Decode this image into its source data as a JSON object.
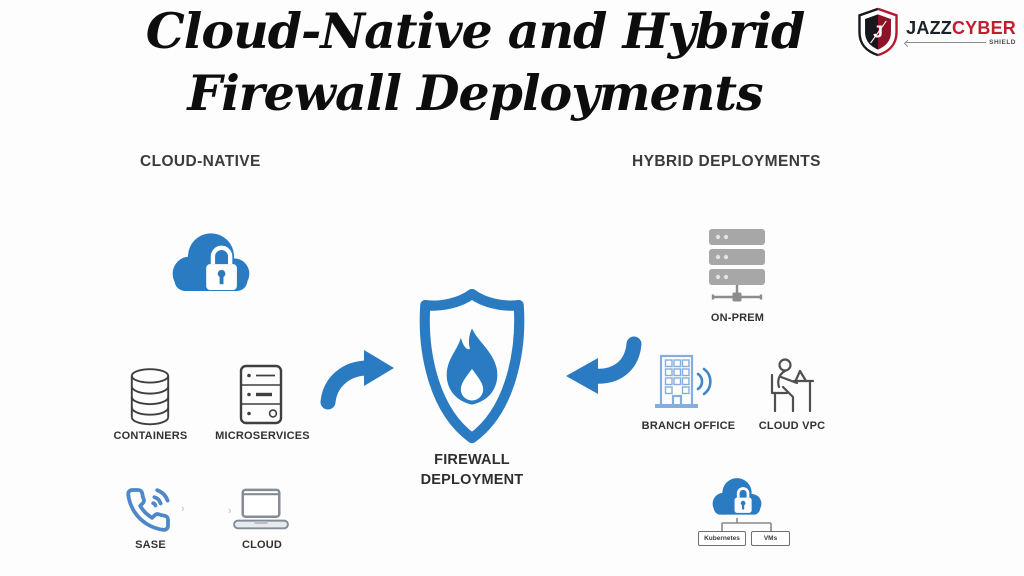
{
  "header": {
    "title_line1": "Cloud-Native and Hybrid",
    "title_line2": "Firewall Deployments"
  },
  "logo": {
    "monogram": "J",
    "word_primary": "JAZZ",
    "word_secondary": "CYBER",
    "tagline": "SHIELD"
  },
  "diagram": {
    "left": {
      "heading": "CLOUD-NATIVE",
      "cloud_icon": "cloud-lock-icon",
      "items": [
        {
          "label": "CONTAINERS",
          "icon": "database-stack-icon"
        },
        {
          "label": "MICROSERVICES",
          "icon": "server-tower-icon"
        },
        {
          "label": "SASE",
          "icon": "phone-signal-icon"
        },
        {
          "label": "CLOUD",
          "icon": "laptop-icon"
        }
      ]
    },
    "center": {
      "icon": "shield-flame-icon",
      "label_line1": "FIREWALL",
      "label_line2": "DEPLOYMENT"
    },
    "right": {
      "heading": "HYBRID DEPLOYMENTS",
      "items": [
        {
          "label": "ON-PREM",
          "icon": "server-rack-icon"
        },
        {
          "label": "BRANCH OFFICE",
          "icon": "office-building-icon"
        },
        {
          "label": "CLOUD VPC",
          "icon": "person-workstation-icon"
        }
      ],
      "cloud_cluster": {
        "icon": "cloud-lock-icon",
        "node_left": "Kubernetes",
        "node_right": "VMs"
      }
    }
  },
  "colors": {
    "primary_blue": "#2a7bc1",
    "light_blue": "#85aede",
    "wave_blue": "#4285c8",
    "icon_gray": "#a7a7a7",
    "label_dark": "#323232",
    "logo_red": "#b5182f",
    "logo_dark": "#16181d"
  }
}
